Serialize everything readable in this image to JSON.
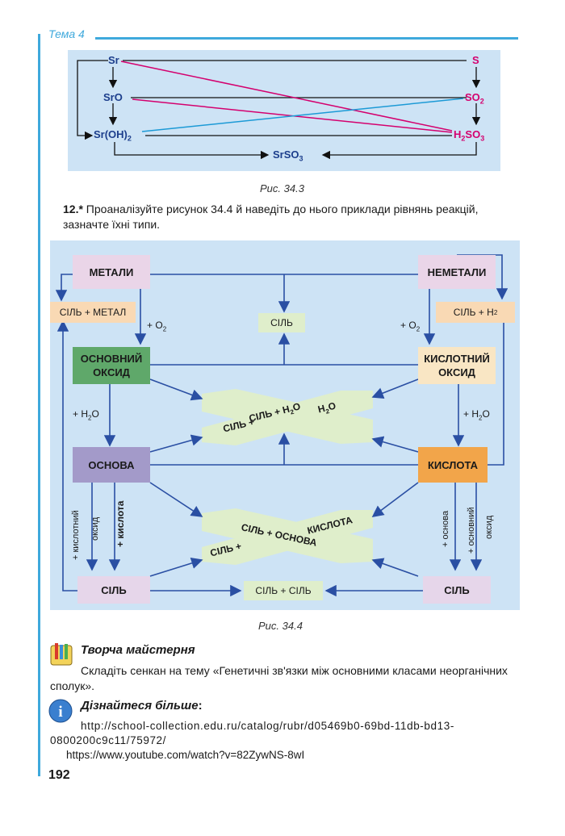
{
  "header": {
    "topic": "Тема 4"
  },
  "fig1": {
    "caption": "Рис. 34.3",
    "sr": "Sr",
    "s": "S",
    "sro": "SrO",
    "so2": "SO",
    "so2_sub": "2",
    "sroh2_a": "Sr(OH)",
    "sroh2_sub": "2",
    "h2so3_a": "H",
    "h2so3_sub1": "2",
    "h2so3_b": "SO",
    "h2so3_sub2": "3",
    "srso3_a": "SrSO",
    "srso3_sub": "3"
  },
  "task": {
    "number": "12.*",
    "text": " Проаналізуйте рисунок 34.4 й наведіть до нього приклади рівнянь реакцій, зазначте їхні типи."
  },
  "fig2": {
    "caption": "Рис. 34.4",
    "metaly": "МЕТАЛИ",
    "nemetaly": "НЕМЕТАЛИ",
    "sil_metal": "СІЛЬ + МЕТАЛ",
    "sil_center": "СІЛЬ",
    "sil_h2": "СІЛЬ + Н",
    "sil_h2_sub": "2",
    "o2_left": "+ О",
    "o2_left_sub": "2",
    "o2_right": "+ О",
    "o2_right_sub": "2",
    "osnovnyi_oksyd_1": "ОСНОВНИЙ",
    "osnovnyi_oksyd_2": "ОКСИД",
    "kyslotnyi_oksyd_1": "КИСЛОТНИЙ",
    "kyslotnyi_oksyd_2": "ОКСИД",
    "h2o_left": "+ Н",
    "h2o_left_sub": "2",
    "h2o_left_tail": "О",
    "h2o_right": "+ Н",
    "h2o_right_sub": "2",
    "h2o_right_tail": "О",
    "cross1_a": "СІЛЬ + Н",
    "cross1_sub": "2",
    "cross1_b": "О",
    "cross1_c": "СІЛЬ +",
    "cross1_d": "Н",
    "cross1_d_sub": "2",
    "cross1_e": "О",
    "osnova": "ОСНОВА",
    "kyslota": "КИСЛОТА",
    "v_kysl_oksyd_1": "+ кислотний",
    "v_kysl_oksyd_2": "оксид",
    "v_kyslota": "+ кислота",
    "v_osnova": "+ основа",
    "v_osn_oksyd_1": "+ основний",
    "v_osn_oksyd_2": "оксид",
    "cross2_a": "СІЛЬ + ОСНОВА",
    "cross2_b": "КИСЛОТА",
    "cross2_c": "СІЛЬ +",
    "sil_left": "СІЛЬ",
    "sil_sil": "СІЛЬ + СІЛЬ",
    "sil_right": "СІЛЬ"
  },
  "workshop": {
    "title": "Творча майстерня",
    "text": "Складіть сенкан на тему «Генетичні зв'язки між основними класами неорганічних сполук»."
  },
  "learn_more": {
    "title": "Дізнайтеся більше",
    "colon": ":",
    "link1a": "http://school-collection.edu.ru/catalog/rubr/d05469b0-69bd-11db-bd13-",
    "link1b": "0800200c9c11/75972/",
    "link2": "https://www.youtube.com/watch?v=82ZywNS-8wI"
  },
  "page_number": "192",
  "colors": {
    "frame": "#3fa9dc",
    "fig_bg": "#cde3f5",
    "arrow": "#2a4fa3",
    "magenta": "#d4006e",
    "metal_box": "#ead5e8",
    "osnovnyi_oksyd": "#5fa86a",
    "kyslotnyi_oksyd": "#f9e6c4",
    "osnova_box": "#a39ac9",
    "kyslota_box": "#f2a54a",
    "salt_box": "#e6d6ea",
    "light_box": "#dfeecb",
    "peach_box": "#f9d9b4"
  }
}
